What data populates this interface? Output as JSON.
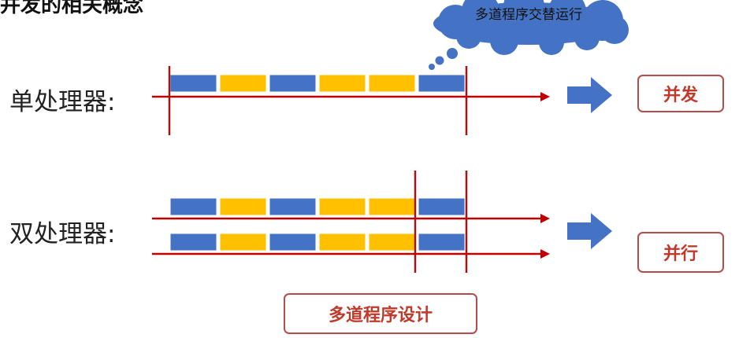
{
  "heading": "并发的相关概念",
  "cloud_note": "多道程序交替运行",
  "rows": [
    {
      "label": "单处理器:",
      "result": "并发"
    },
    {
      "label": "双处理器:",
      "result": "并行"
    }
  ],
  "footer_box": "多道程序设计",
  "colors": {
    "blue_block": "#4472c4",
    "yellow_block": "#ffc000",
    "timeline": "#c00000",
    "divider": "#a31515",
    "arrow": "#4472c4",
    "box_border": "#b84a4a",
    "box_text": "#c0392b",
    "cloud": "#4472c4"
  },
  "block_sequence": [
    "blue",
    "yellow",
    "blue",
    "yellow",
    "yellow",
    "blue"
  ]
}
